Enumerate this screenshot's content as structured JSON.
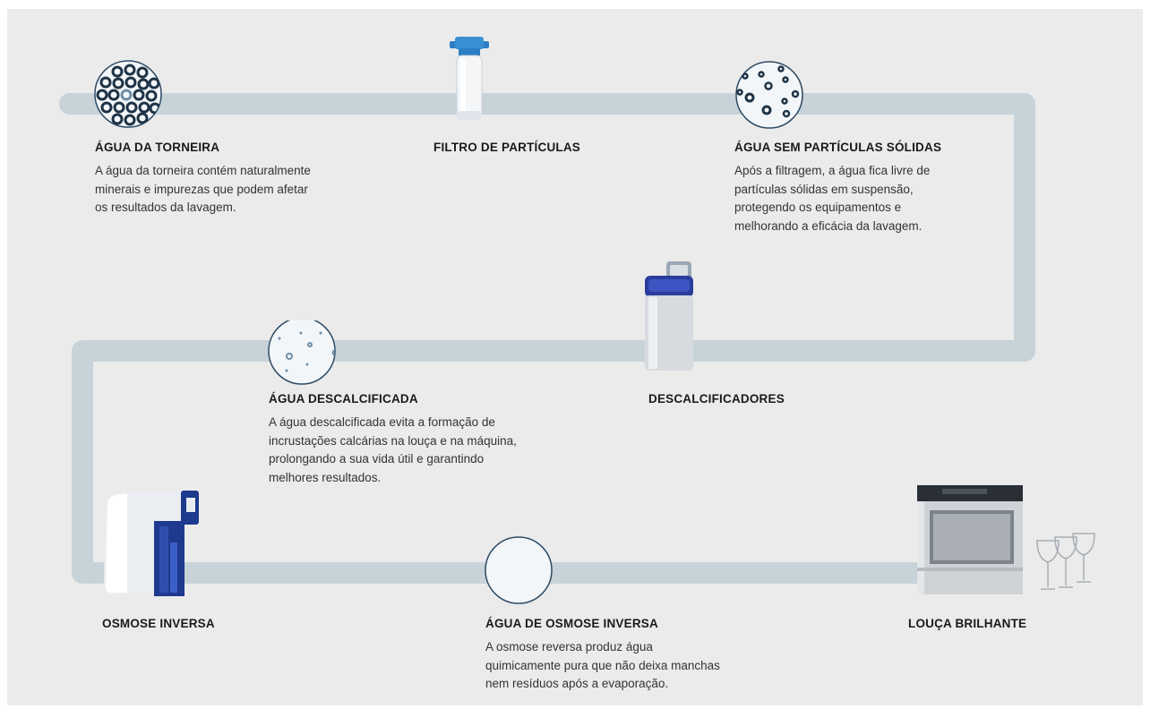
{
  "steps": [
    {
      "title": "ÁGUA DA TORNEIRA",
      "desc": [
        "A água da torneira contém naturalmente",
        "minerais e impurezas que podem afetar",
        "os resultados da lavagem."
      ],
      "icon": "dense-particles-icon"
    },
    {
      "title": "FILTRO DE PARTÍCULAS",
      "desc": [],
      "icon": "particle-filter-icon"
    },
    {
      "title": "ÁGUA SEM PARTÍCULAS SÓLIDAS",
      "desc": [
        "Após a filtragem, a água fica livre de",
        "partículas sólidas em suspensão,",
        "protegendo os equipamentos e",
        "melhorando a eficácia da lavagem."
      ],
      "icon": "sparse-particles-icon"
    },
    {
      "title": "DESCALCIFICADORES",
      "desc": [],
      "icon": "water-softener-icon"
    },
    {
      "title": "ÁGUA DESCALCIFICADA",
      "desc": [
        "A água descalcificada evita a formação de",
        "incrustações calcárias na louça e na máquina,",
        "prolongando a sua vida útil e garantindo",
        "melhores resultados."
      ],
      "icon": "few-particles-icon"
    },
    {
      "title": "OSMOSE INVERSA",
      "desc": [],
      "icon": "reverse-osmosis-unit-icon"
    },
    {
      "title": "ÁGUA DE OSMOSE INVERSA",
      "desc": [
        "A osmose reversa produz água",
        "quimicamente pura que não deixa manchas",
        "nem resíduos após a evaporação."
      ],
      "icon": "pure-water-icon"
    },
    {
      "title": "LOUÇA BRILHANTE",
      "desc": [],
      "icon": "dishwasher-glasses-icon"
    }
  ],
  "colors": {
    "background": "#ebebeb",
    "pipe": "#c7d3d9",
    "circle_border": "#2d4a63",
    "circle_fill": "#f3f6f9",
    "dot": "#1e3346"
  }
}
